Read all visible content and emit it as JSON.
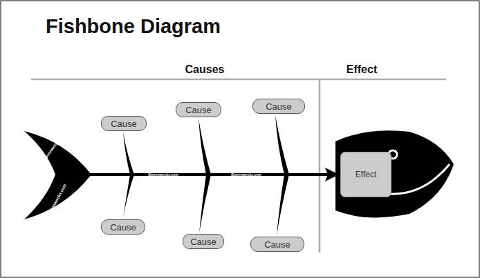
{
  "diagram": {
    "title": "Fishbone Diagram",
    "nodes": [
      {
        "text": [
          "Cause"
        ]
      },
      {
        "text": [
          "Cause"
        ]
      },
      {
        "text": [
          "Cause"
        ]
      },
      {
        "text": [
          "Cause"
        ]
      },
      {
        "text": [
          "Cause"
        ]
      },
      {
        "text": [
          "Cause"
        ]
      },
      {
        "text": [
          "Effect"
        ]
      }
    ],
    "labels": [
      "Causes",
      "Effect",
      "Barronwocks.com",
      "Barronwocks.com",
      "Barronwocks.com",
      "Barronwocks.com"
    ]
  }
}
